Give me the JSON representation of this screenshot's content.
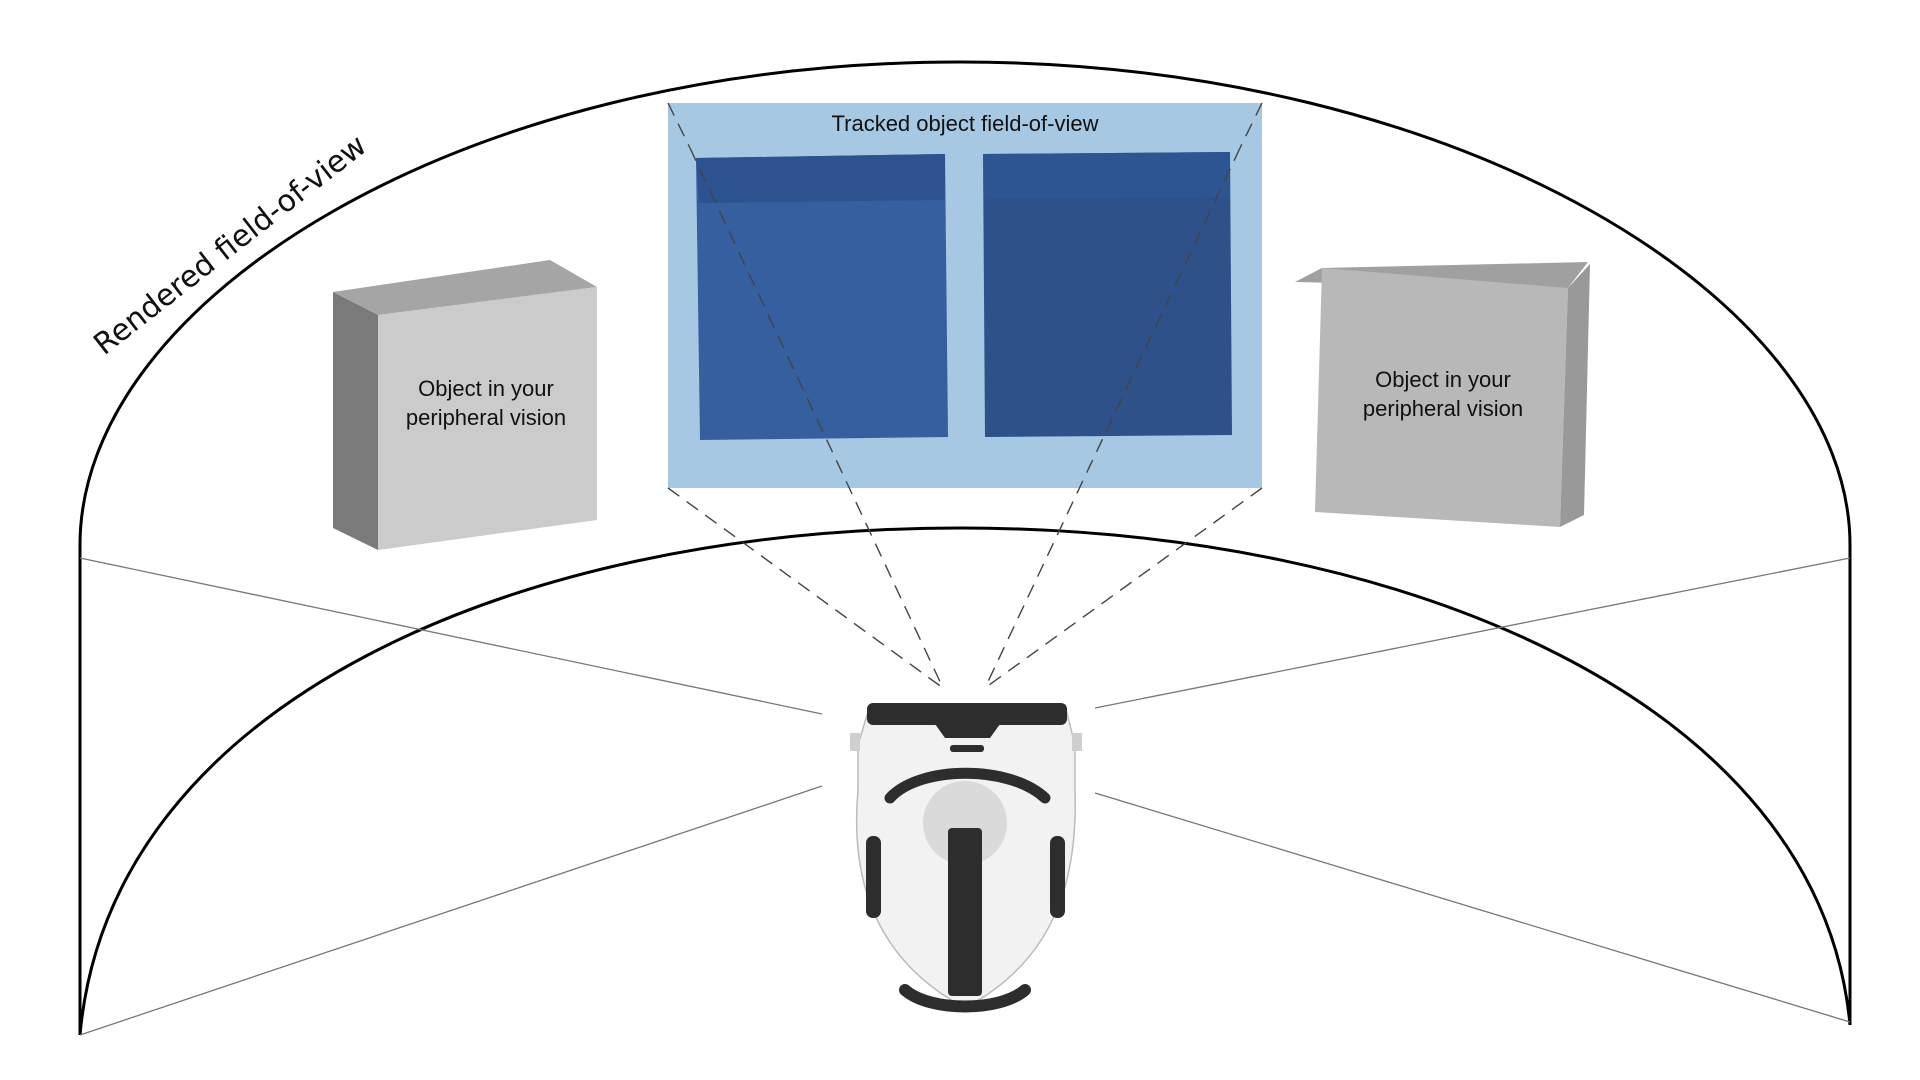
{
  "labels": {
    "rendered_fov": "Rendered field-of-view",
    "tracked_fov": "Tracked object field-of-view",
    "peripheral_left_line1": "Object in your",
    "peripheral_left_line2": "peripheral vision",
    "peripheral_right_line1": "Object in your",
    "peripheral_right_line2": "peripheral vision"
  },
  "colors": {
    "tracked_region": "#a6c8e2",
    "tracked_cube_left": "#365f9f",
    "tracked_cube_right": "#2f5189",
    "cube_top": "#2c5390",
    "peripheral_front_left": "#cbcbcb",
    "peripheral_front_right": "#b8b8b8",
    "peripheral_side_dark": "#7a7a7a",
    "peripheral_top": "#a5a5a5",
    "headset_body": "#f0f0f0",
    "headset_strap": "#2d2d2d"
  }
}
